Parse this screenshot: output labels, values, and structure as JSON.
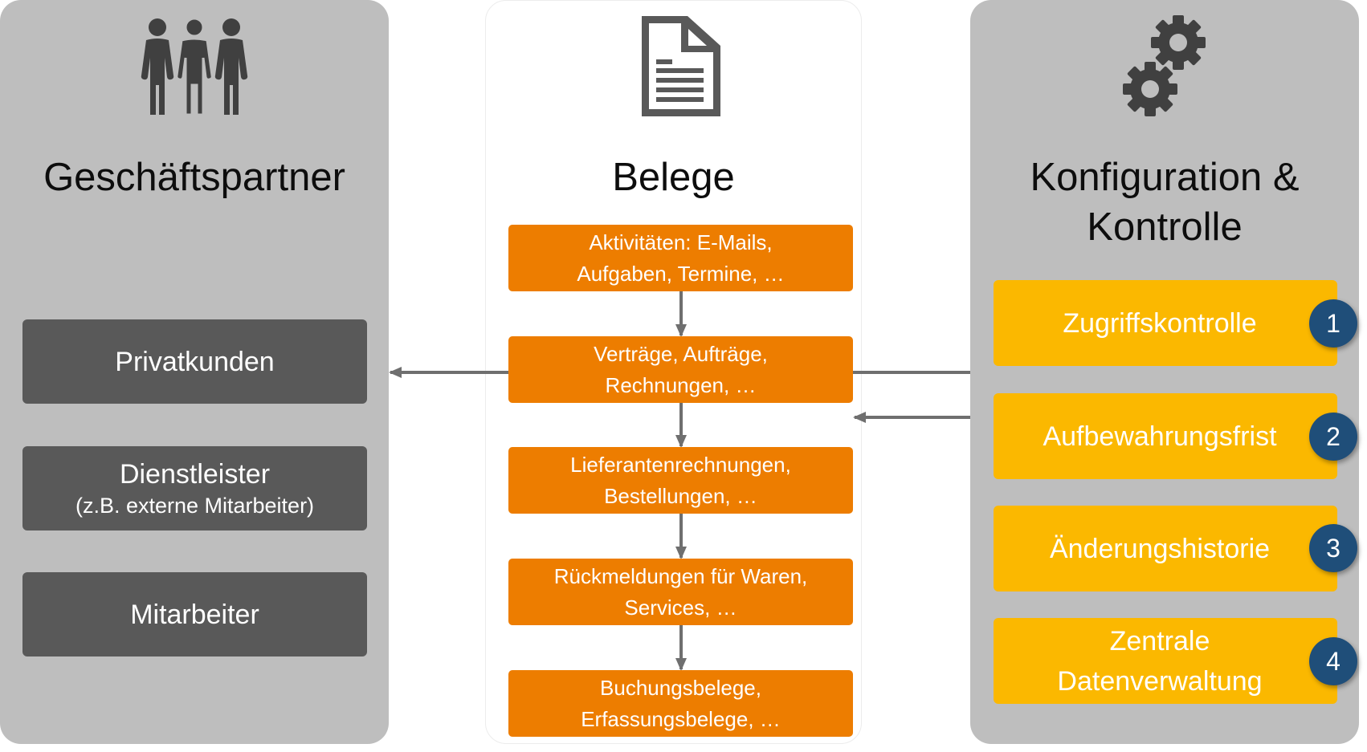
{
  "colors": {
    "panel_gray": "#bebebe",
    "dark_box": "#595959",
    "orange": "#ed7d00",
    "yellow": "#fbb800",
    "badge_blue": "#1f4e79",
    "connector": "#6f6f6f",
    "icon": "#404040"
  },
  "left_panel": {
    "icon": "people-group-icon",
    "title": "Geschäftspartner",
    "items": [
      {
        "label": "Privatkunden",
        "sub": ""
      },
      {
        "label": "Dienstleister",
        "sub": "(z.B. externe Mitarbeiter)"
      },
      {
        "label": "Mitarbeiter",
        "sub": ""
      }
    ]
  },
  "center_panel": {
    "icon": "document-icon",
    "title": "Belege",
    "items": [
      {
        "line1": "Aktivitäten: E-Mails,",
        "line2": "Aufgaben, Termine, …"
      },
      {
        "line1": "Verträge, Aufträge,",
        "line2": "Rechnungen, …"
      },
      {
        "line1": "Lieferantenrechnungen,",
        "line2": "Bestellungen, …"
      },
      {
        "line1": "Rückmeldungen für Waren,",
        "line2": "Services, …"
      },
      {
        "line1": "Buchungsbelege,",
        "line2": "Erfassungsbelege, …"
      }
    ]
  },
  "right_panel": {
    "icon": "gears-icon",
    "title_line1": "Konfiguration &",
    "title_line2": "Kontrolle",
    "items": [
      {
        "line1": "Zugriffskontrolle",
        "line2": "",
        "badge": "1"
      },
      {
        "line1": "Aufbewahrungsfrist",
        "line2": "",
        "badge": "2"
      },
      {
        "line1": "Änderungshistorie",
        "line2": "",
        "badge": "3"
      },
      {
        "line1": "Zentrale",
        "line2": "Datenverwaltung",
        "badge": "4"
      }
    ]
  }
}
